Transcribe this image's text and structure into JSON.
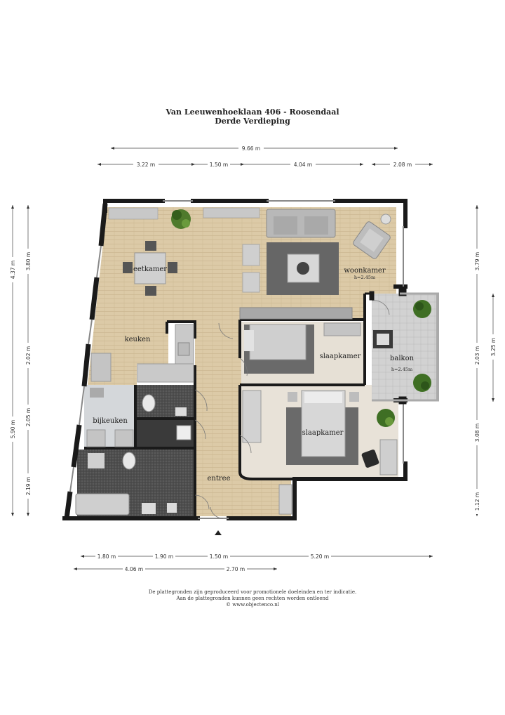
{
  "header": {
    "address": "Van Leeuwenhoeklaan 406 - Roosendaal",
    "floor": "Derde Verdieping"
  },
  "rooms": {
    "eetkamer": "eetkamer",
    "woonkamer": "woonkamer",
    "woonkamer_height": "h=2.45m",
    "keuken": "keuken",
    "slaapkamer_1": "slaapkamer",
    "balkon": "balkon",
    "balkon_height": "h=2.45m",
    "bijkeuken": "bijkeuken",
    "slaapkamer_2": "slaapkamer",
    "entree": "entree"
  },
  "dimensions": {
    "top_total": "9.66 m",
    "top": [
      "3.22 m",
      "1.50 m",
      "4.04 m",
      "2.08 m"
    ],
    "left_outer": [
      "4.37 m",
      "5.90 m"
    ],
    "left_inner": [
      "3.80 m",
      "2.02 m",
      "2.05 m",
      "2.19 m"
    ],
    "right_inner": [
      "3.79 m",
      "2.03 m",
      "3.08 m",
      "1.12 m"
    ],
    "right_outer": [
      "3.25 m"
    ],
    "bottom_row1": [
      "1.80 m",
      "1.90 m",
      "1.50 m",
      "5.20 m"
    ],
    "bottom_row2": [
      "4.06 m",
      "2.70 m"
    ]
  },
  "footer": {
    "line1": "De plattegronden zijn geproduceerd voor promotionele doeleinden en ter indicatie.",
    "line2": "Aan de plattegronden kunnen geen rechten worden ontleend",
    "line3": "© www.objectenco.nl"
  },
  "colors": {
    "wall": "#1a1a1a",
    "wood_floor": "#d9c7a4",
    "carpet": "#e3ddd3",
    "tile_dark": "#555555",
    "balcony": "#cfd1d3",
    "rug": "#6a6a6a"
  }
}
